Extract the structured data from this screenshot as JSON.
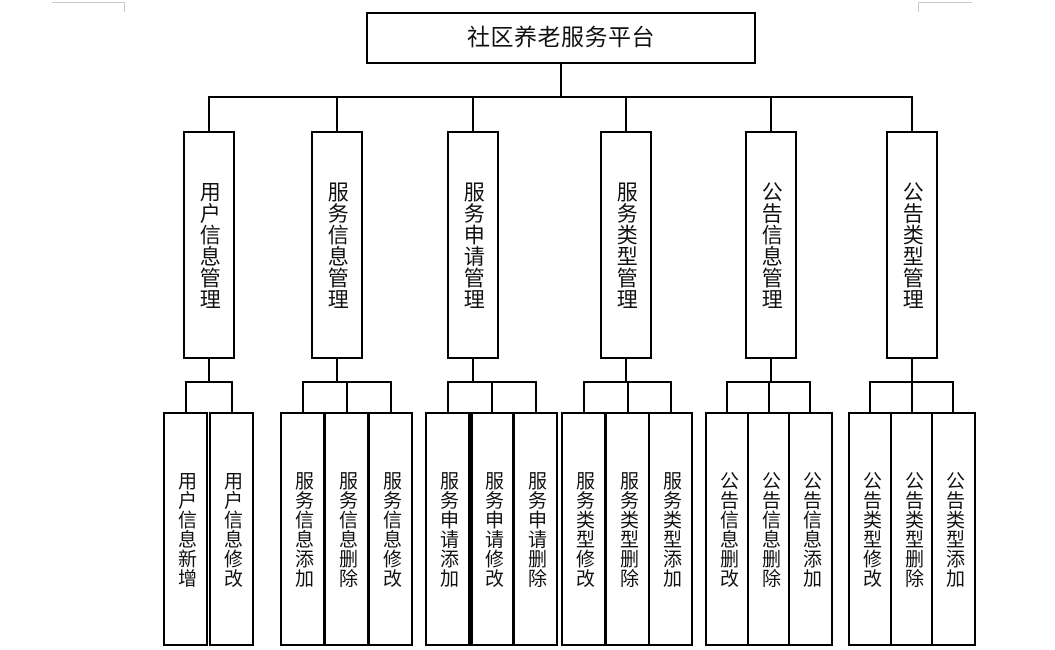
{
  "diagram": {
    "title": "社区养老服务平台",
    "type": "功能结构图",
    "root": {
      "label": "社区养老服务平台"
    },
    "branches": [
      {
        "label": "用户信息管理",
        "children": [
          {
            "label": "用户信息新增"
          },
          {
            "label": "用户信息修改"
          }
        ]
      },
      {
        "label": "服务信息管理",
        "children": [
          {
            "label": "服务信息添加"
          },
          {
            "label": "服务信息删除"
          },
          {
            "label": "服务信息修改"
          }
        ]
      },
      {
        "label": "服务申请管理",
        "children": [
          {
            "label": "服务申请添加"
          },
          {
            "label": "服务申请修改"
          },
          {
            "label": "服务申请删除"
          }
        ]
      },
      {
        "label": "服务类型管理",
        "children": [
          {
            "label": "服务类型修改"
          },
          {
            "label": "服务类型删除"
          },
          {
            "label": "服务类型添加"
          }
        ]
      },
      {
        "label": "公告信息管理",
        "children": [
          {
            "label": "公告信息删改"
          },
          {
            "label": "公告信息删除"
          },
          {
            "label": "公告信息添加"
          }
        ]
      },
      {
        "label": "公告类型管理",
        "children": [
          {
            "label": "公告类型修改"
          },
          {
            "label": "公告类型删除"
          },
          {
            "label": "公告类型添加"
          }
        ]
      }
    ],
    "colors": {
      "background": "#ffffff",
      "stroke": "#000000",
      "text": "#111111",
      "crop_mark": "#c9c9c9"
    }
  }
}
